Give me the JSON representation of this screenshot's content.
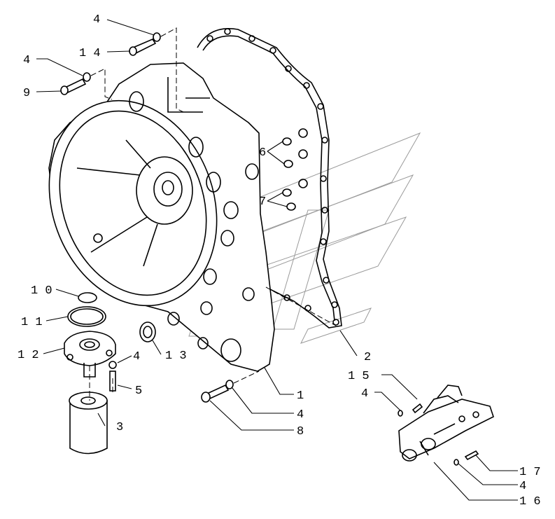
{
  "diagram": {
    "callouts": [
      {
        "id": "c4a",
        "text": "4"
      },
      {
        "id": "c14",
        "text": "1 4"
      },
      {
        "id": "c4b",
        "text": "4"
      },
      {
        "id": "c9",
        "text": "9"
      },
      {
        "id": "c6",
        "text": "6"
      },
      {
        "id": "c7",
        "text": "7"
      },
      {
        "id": "c10",
        "text": "1 0"
      },
      {
        "id": "c11",
        "text": "1 1"
      },
      {
        "id": "c12",
        "text": "1 2"
      },
      {
        "id": "c13",
        "text": "1 3"
      },
      {
        "id": "c4c",
        "text": "4"
      },
      {
        "id": "c5",
        "text": "5"
      },
      {
        "id": "c3",
        "text": "3"
      },
      {
        "id": "c2",
        "text": "2"
      },
      {
        "id": "c1",
        "text": "1"
      },
      {
        "id": "c4d",
        "text": "4"
      },
      {
        "id": "c8",
        "text": "8"
      },
      {
        "id": "c15",
        "text": "1 5"
      },
      {
        "id": "c4e",
        "text": "4"
      },
      {
        "id": "c17",
        "text": "1 7"
      },
      {
        "id": "c4f",
        "text": "4"
      },
      {
        "id": "c16",
        "text": "1 6"
      }
    ],
    "parts": {
      "housing": "transmission-housing",
      "gasket": "housing-gasket",
      "filter": "oil-filter",
      "filter_head": "filter-head",
      "o_ring_large": "o-ring",
      "o_ring_small": "o-ring",
      "seal": "shaft-seal",
      "bracket": "bracket-assembly"
    }
  }
}
